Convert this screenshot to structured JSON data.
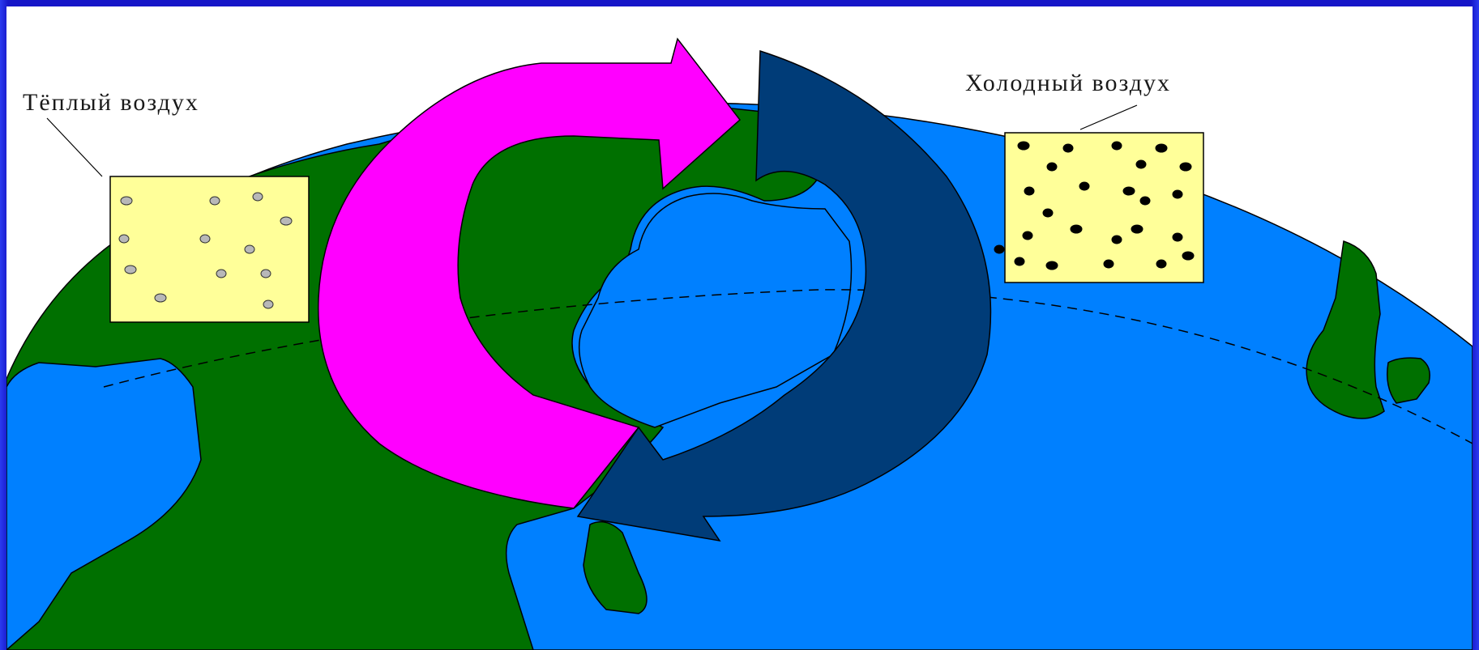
{
  "labels": {
    "warm_air": "Тёплый воздух",
    "cold_air": "Холодный воздух"
  },
  "colors": {
    "background_frame": "#1616c8",
    "land": "#007000",
    "ocean": "#0080ff",
    "warm_arrow": "#ff00ff",
    "cold_arrow": "#003c78",
    "air_box": "#ffff99",
    "warm_particle": "#b8b8b8",
    "cold_particle": "#000000"
  },
  "diagram": {
    "warm_box_particle_count": 12,
    "cold_box_particle_count": 24
  }
}
